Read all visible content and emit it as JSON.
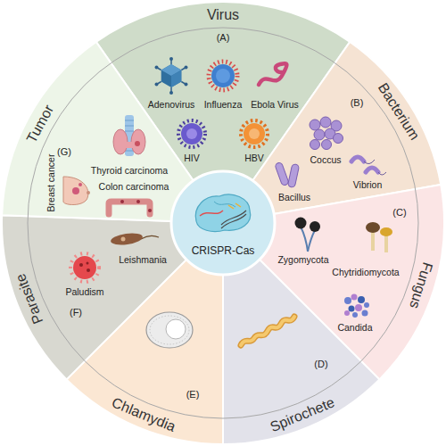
{
  "diagram": {
    "nodes": [
      {
        "text": [
          "Virus",
          "(A)",
          "Adenovirus",
          "Influenza",
          "Ebola Virus",
          "HIV",
          "HBV"
        ]
      },
      {
        "text": [
          "Bacterium",
          "(B)",
          "Coccus",
          "Bacillus",
          "Vibrion"
        ]
      },
      {
        "text": [
          "Fungus",
          "(C)",
          "Zygomycota",
          "Chytridiomycota",
          "Candida"
        ]
      },
      {
        "text": [
          "Spirochete",
          "(D)"
        ]
      },
      {
        "text": [
          "Chlamydia",
          "(E)"
        ]
      },
      {
        "text": [
          "Parasite",
          "(F)",
          "Leishmania",
          "Paludism"
        ]
      },
      {
        "text": [
          "Tumor",
          "(G)",
          "Breast cancer",
          "Thyroid carcinoma",
          "Colon carcinoma"
        ]
      },
      {
        "text": [
          "CRISPR-Cas"
        ]
      }
    ]
  }
}
